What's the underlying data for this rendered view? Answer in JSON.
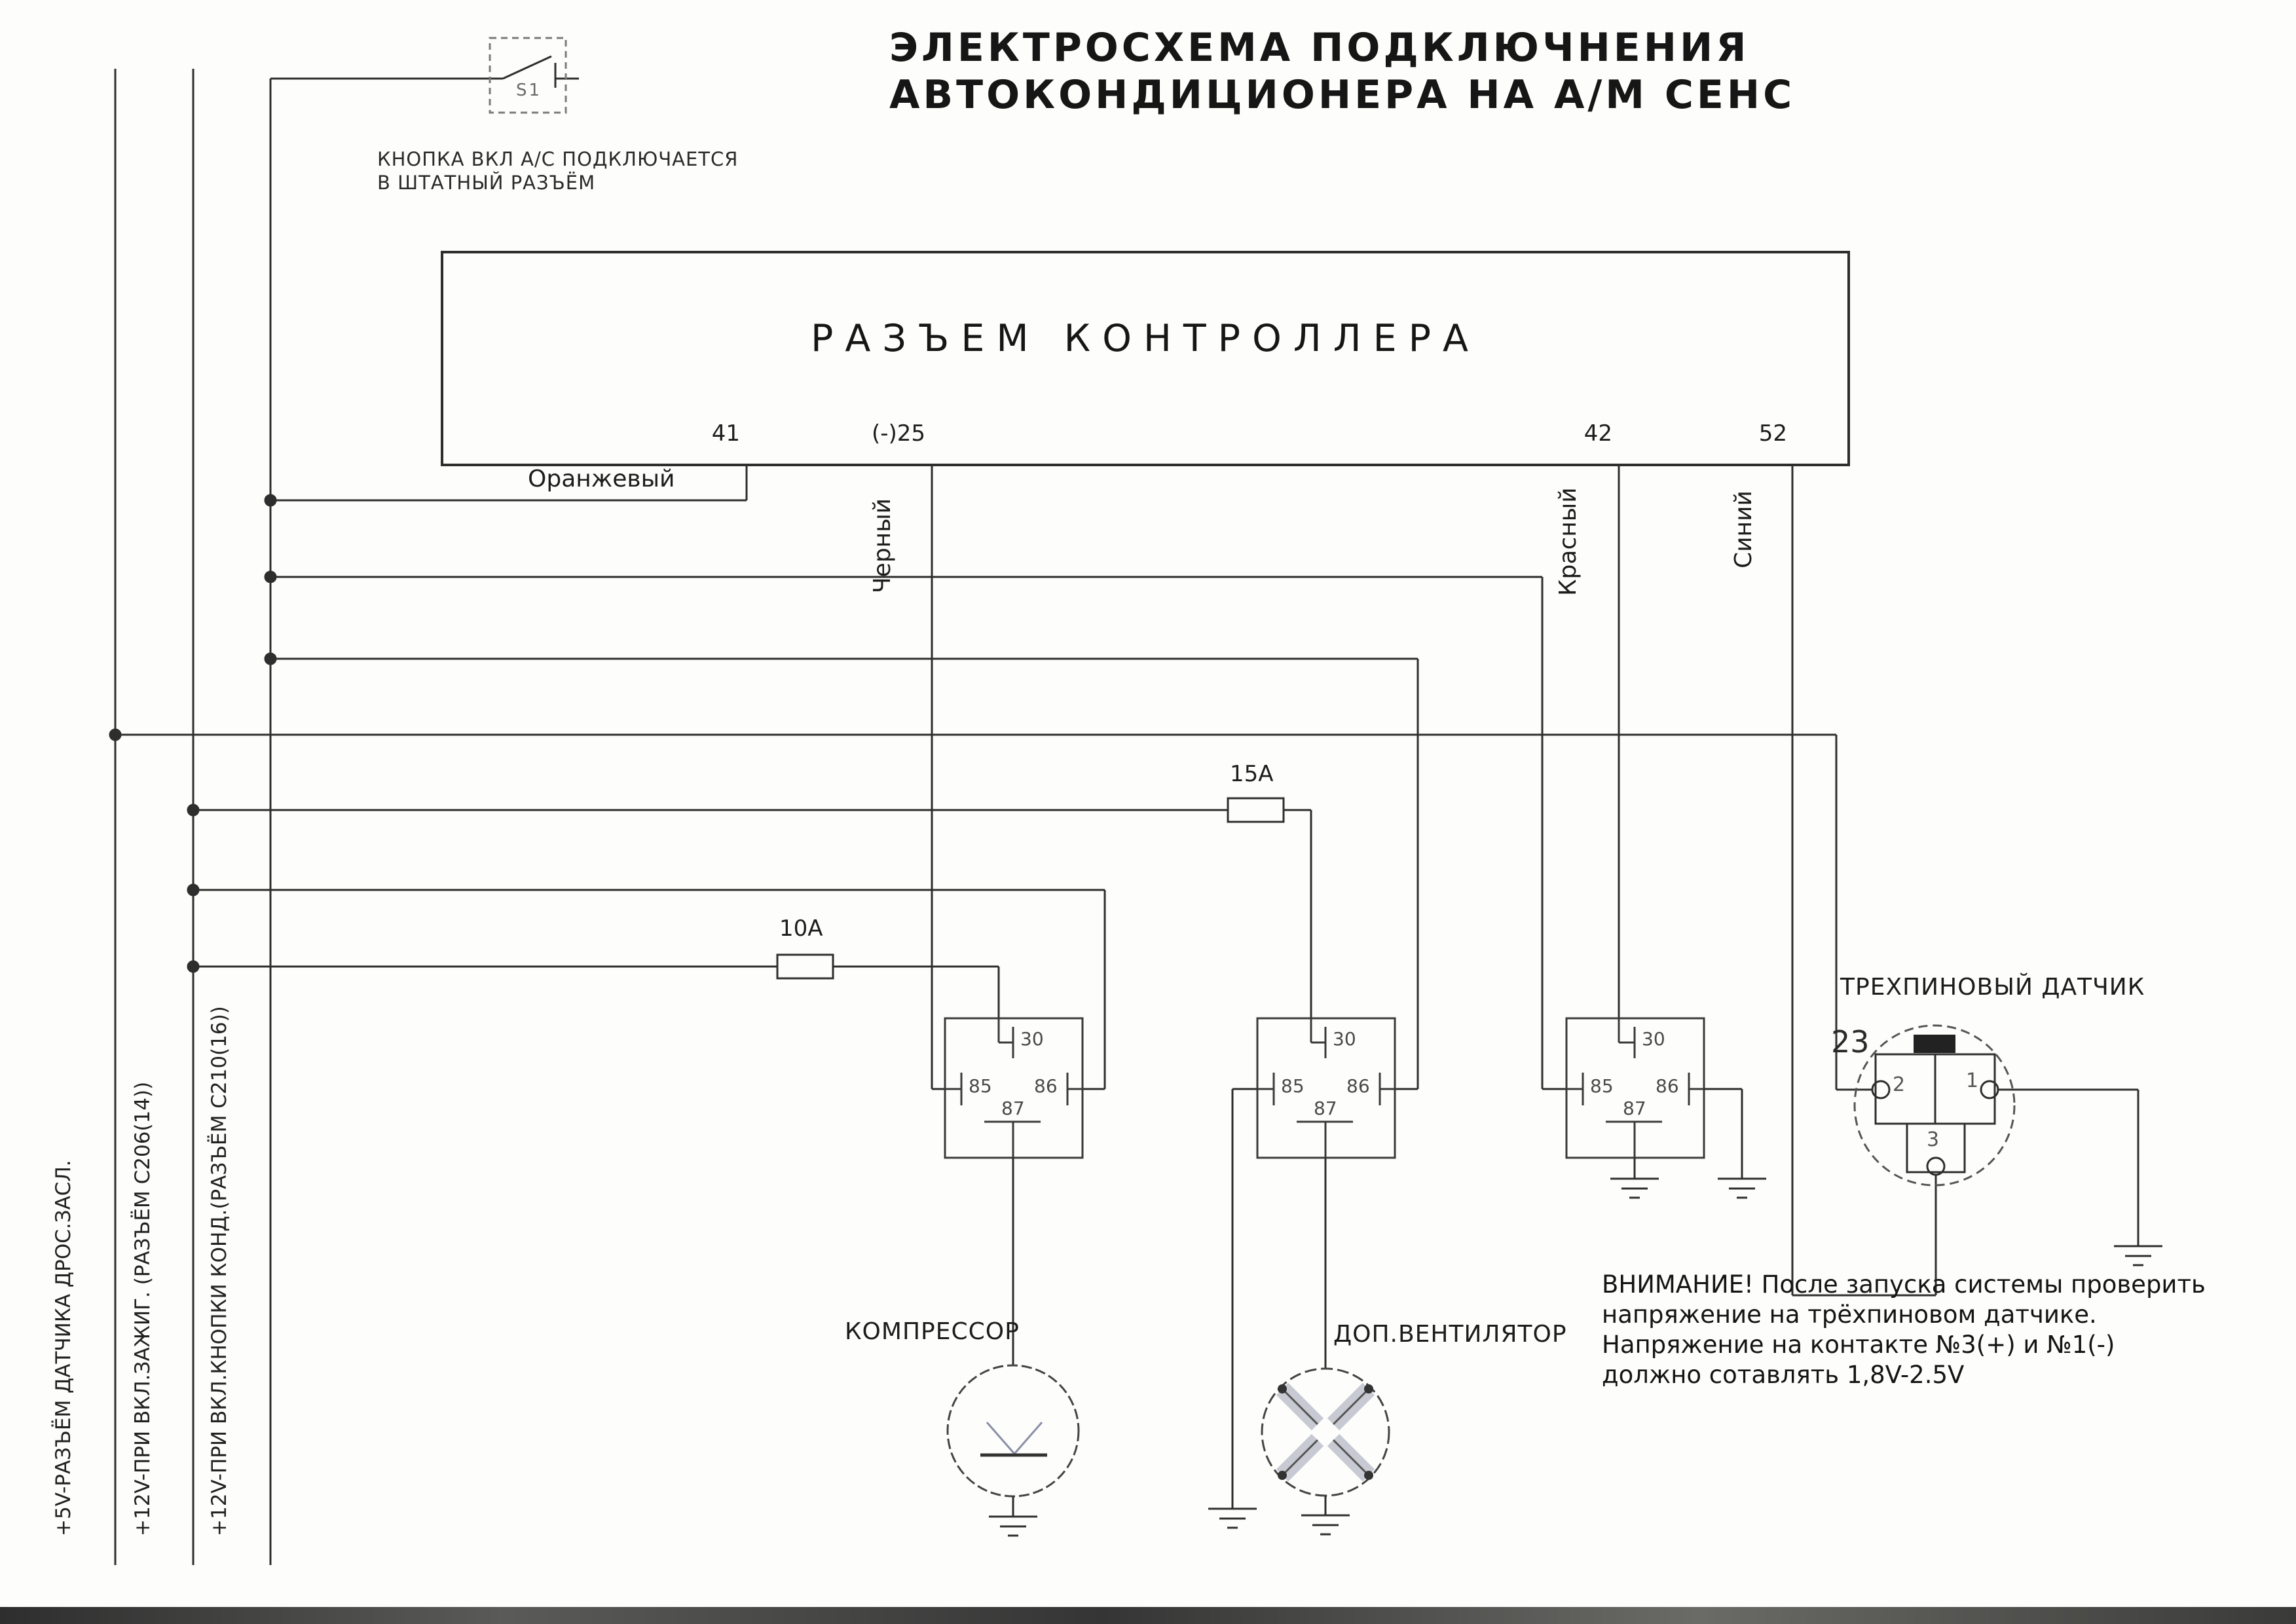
{
  "title": {
    "line1": "ЭЛЕКТРОСХЕМА ПОДКЛЮЧНЕНИЯ",
    "line2": "АВТОКОНДИЦИОНЕРА НА А/М СЕНС"
  },
  "switch": {
    "id": "S1",
    "caption_line1": "КНОПКА ВКЛ А/С ПОДКЛЮЧАЕТСЯ",
    "caption_line2": "В ШТАТНЫЙ РАЗЪЁМ"
  },
  "controller": {
    "title": "РАЗЪЕМ КОНТРОЛЛЕРА",
    "pins": {
      "p41": "41",
      "p25": "(-)25",
      "p42": "42",
      "p52": "52"
    }
  },
  "wires": {
    "orange": "Оранжевый",
    "black": "Черный",
    "red": "Красный",
    "blue": "Синий",
    "sensor_wire_number": "23"
  },
  "feeds": {
    "plus5": "+5V-РАЗЪЁМ ДАТЧИКА ДРОС.ЗАСЛ.",
    "plus12_ign": "+12V-ПРИ ВКЛ.ЗАЖИГ. (РАЗЪЁМ C206(14))",
    "plus12_btn": "+12V-ПРИ ВКЛ.КНОПКИ КОНД.(РАЗЪЁМ C210(16))"
  },
  "fuses": {
    "f10": "10A",
    "f15": "15A"
  },
  "relay_terminals": {
    "t30": "30",
    "t85": "85",
    "t86": "86",
    "t87": "87"
  },
  "components": {
    "compressor": "КОМПРЕССОР",
    "fan": "ДОП.ВЕНТИЛЯТОР",
    "sensor": "ТРЕХПИНОВЫЙ ДАТЧИК",
    "sensor_pins": {
      "p1": "1",
      "p2": "2",
      "p3": "3"
    }
  },
  "warning": {
    "line1": "ВНИМАНИЕ! После запуска системы проверить",
    "line2": "напряжение на трёхпиновом датчике.",
    "line3": "Напряжение на контакте №3(+) и №1(-)",
    "line4": "должно сотавлять 1,8V-2.5V"
  },
  "colors": {
    "line": "#2e2e2e",
    "text": "#1b1b1b",
    "background": "#fdfdfb"
  }
}
